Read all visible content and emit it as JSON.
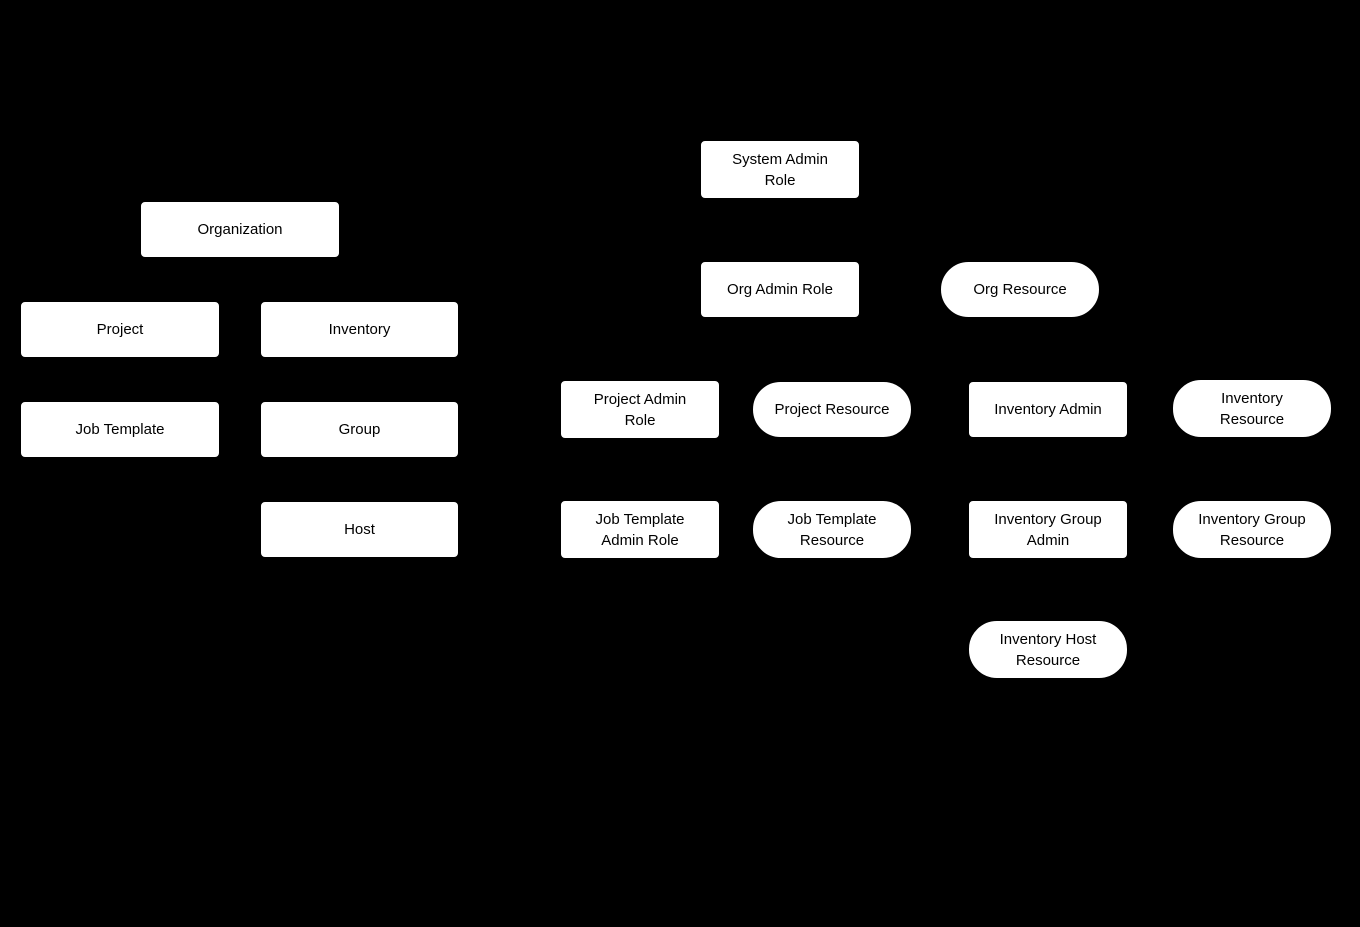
{
  "diagram": {
    "title": "RBAC role and resource hierarchy diagram",
    "colors": {
      "background": "#000000",
      "node_fill": "#ffffff",
      "node_stroke": "#ffffff",
      "node_text": "#000000"
    },
    "nodes": {
      "organization": {
        "label": "Organization",
        "shape": "rect"
      },
      "project": {
        "label": "Project",
        "shape": "rect"
      },
      "inventory": {
        "label": "Inventory",
        "shape": "rect"
      },
      "job_template": {
        "label": "Job Template",
        "shape": "rect"
      },
      "group": {
        "label": "Group",
        "shape": "rect"
      },
      "host": {
        "label": "Host",
        "shape": "rect"
      },
      "system_admin_role": {
        "label": "System Admin\nRole",
        "shape": "rect"
      },
      "org_admin_role": {
        "label": "Org Admin Role",
        "shape": "rect"
      },
      "org_resource": {
        "label": "Org Resource",
        "shape": "pill"
      },
      "project_admin_role": {
        "label": "Project Admin\nRole",
        "shape": "rect"
      },
      "project_resource": {
        "label": "Project Resource",
        "shape": "pill"
      },
      "inventory_admin": {
        "label": "Inventory Admin",
        "shape": "rect"
      },
      "inventory_resource": {
        "label": "Inventory\nResource",
        "shape": "pill"
      },
      "job_template_admin_role": {
        "label": "Job Template\nAdmin Role",
        "shape": "rect"
      },
      "job_template_resource": {
        "label": "Job Template\nResource",
        "shape": "pill"
      },
      "inventory_group_admin": {
        "label": "Inventory Group\nAdmin",
        "shape": "rect"
      },
      "inventory_group_resource": {
        "label": "Inventory Group\nResource",
        "shape": "pill"
      },
      "inventory_host_resource": {
        "label": "Inventory Host\nResource",
        "shape": "pill"
      }
    }
  }
}
